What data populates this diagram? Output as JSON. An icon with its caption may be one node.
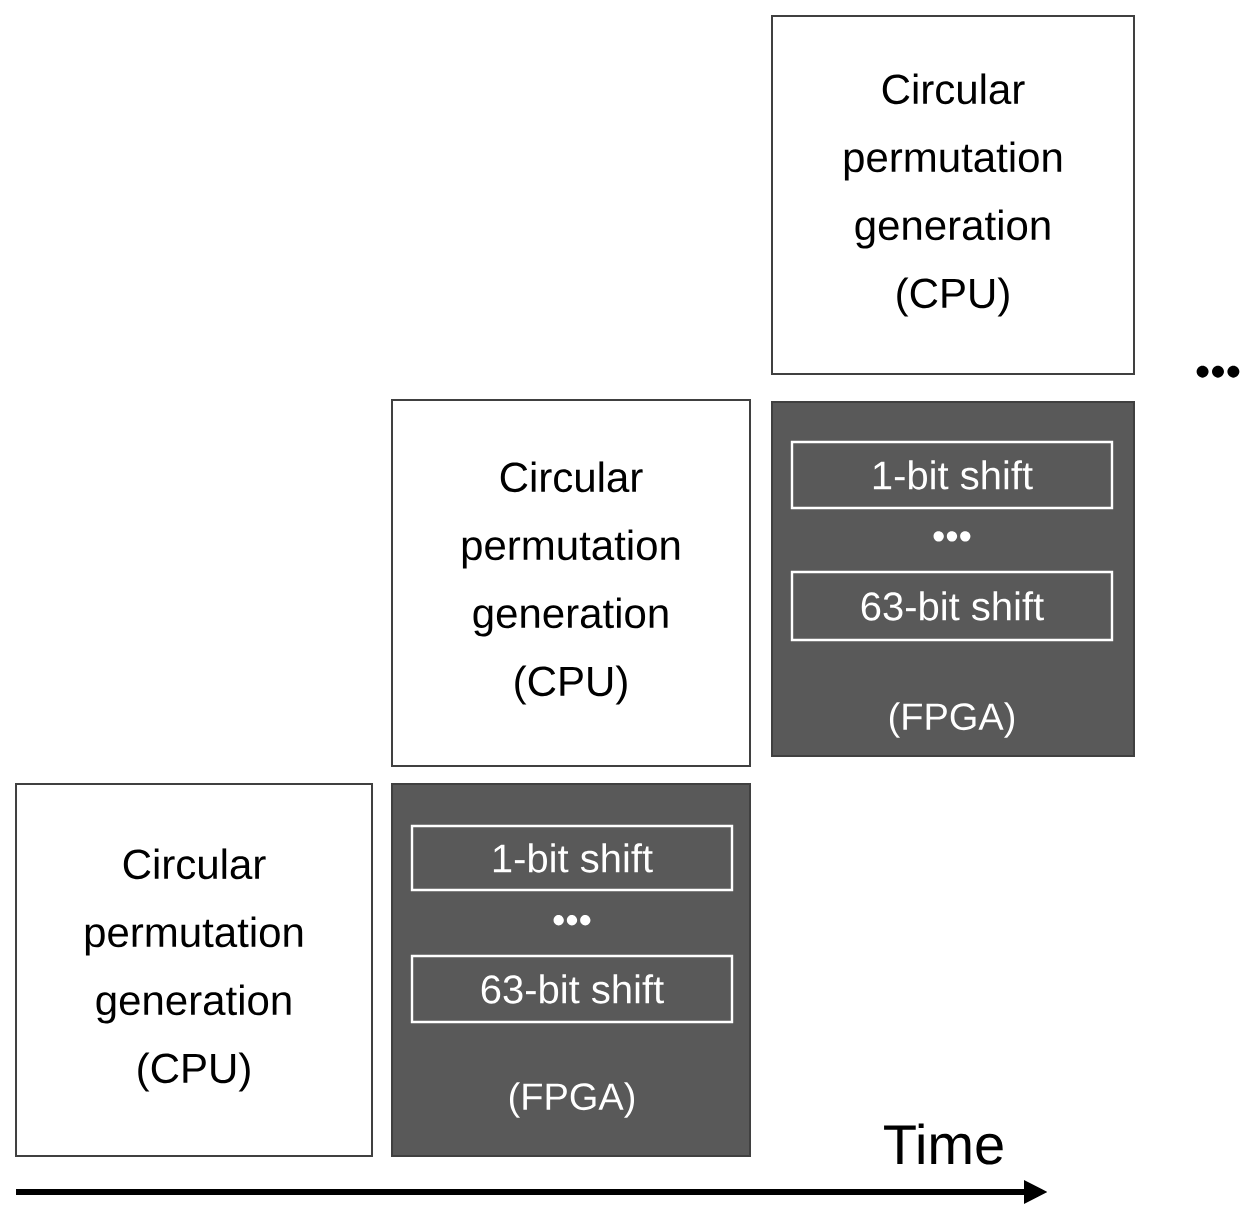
{
  "diagram": {
    "nodes": [
      {
        "text": [
          "Circular permutation generation (CPU)"
        ]
      },
      {
        "text": [
          "•••",
          "(FPGA)"
        ]
      },
      {
        "text": [
          "1-bit shift"
        ],
        "in": 1
      },
      {
        "text": [
          "63-bit shift"
        ],
        "in": 1
      },
      {
        "text": [
          "Circular permutation generation (CPU)"
        ]
      },
      {
        "text": [
          "•••",
          "(FPGA)"
        ]
      },
      {
        "text": [
          "1-bit shift"
        ],
        "in": 5
      },
      {
        "text": [
          "63-bit shift"
        ],
        "in": 5
      },
      {
        "text": [
          "Circular permutation generation (CPU)"
        ]
      }
    ],
    "labels": [
      "•••",
      "Time"
    ]
  }
}
